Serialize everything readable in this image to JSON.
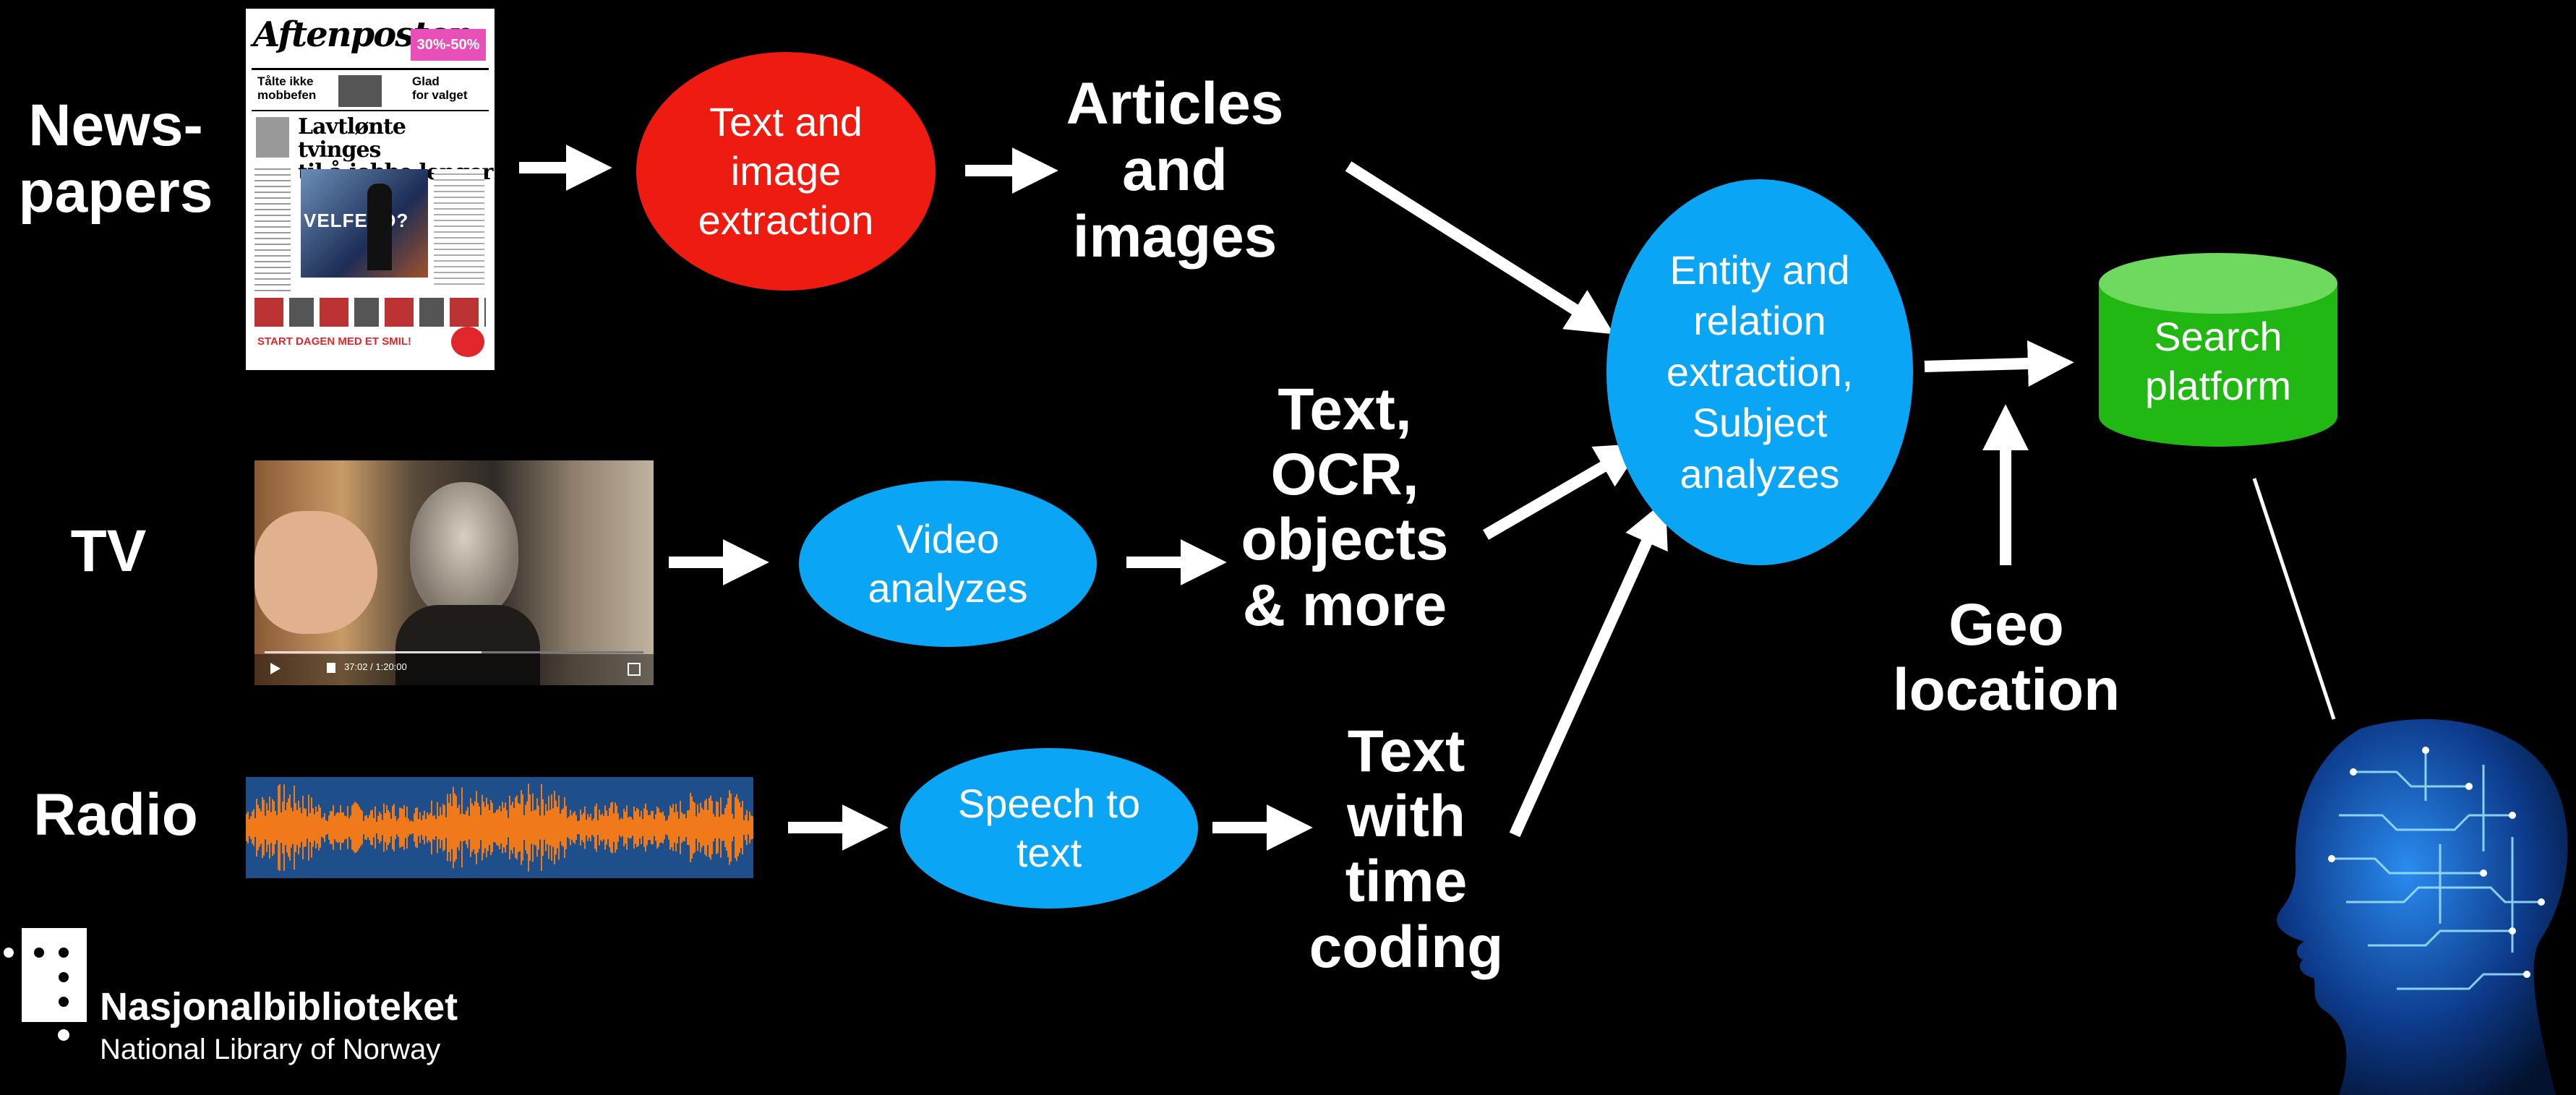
{
  "sources": {
    "newspapers": "News-\npapers",
    "tv": "TV",
    "radio": "Radio"
  },
  "newspaper_thumb": {
    "masthead": "Aftenposten",
    "headline": "Lavtlønte tvinges\ntil å jobbe lenger",
    "promo": "30%-50%",
    "teaser_left": "Tålte ikke\nmobbefen",
    "teaser_right": "Glad\nfor valget",
    "overlay_word": "VELFERD?",
    "footer": "START DAGEN MED ET SMIL!"
  },
  "tv_thumb": {
    "time": "37:02 / 1:20:00"
  },
  "processes": {
    "text_image_extraction": "Text and\nimage\nextraction",
    "video_analyzes": "Video\nanalyzes",
    "speech_to_text": "Speech to\ntext",
    "entity_relation": "Entity and\nrelation\nextraction,\nSubject\nanalyzes",
    "search_platform": "Search\nplatform"
  },
  "outputs": {
    "articles_images": "Articles\nand\nimages",
    "text_ocr_objects": "Text,\nOCR,\nobjects\n& more",
    "text_time_coding": "Text\nwith\ntime\ncoding",
    "geo_location": "Geo\nlocation"
  },
  "logo": {
    "name": "Nasjonalbiblioteket",
    "subtitle": "National Library of Norway"
  },
  "colors": {
    "background": "#000000",
    "red_node": "#ee1c10",
    "blue_node": "#0aa6f5",
    "green_node": "#22b814",
    "green_top": "#6ed85f",
    "arrow": "#ffffff",
    "waveform": "#f07a1a",
    "waveform_bg": "#1f4f8a"
  }
}
